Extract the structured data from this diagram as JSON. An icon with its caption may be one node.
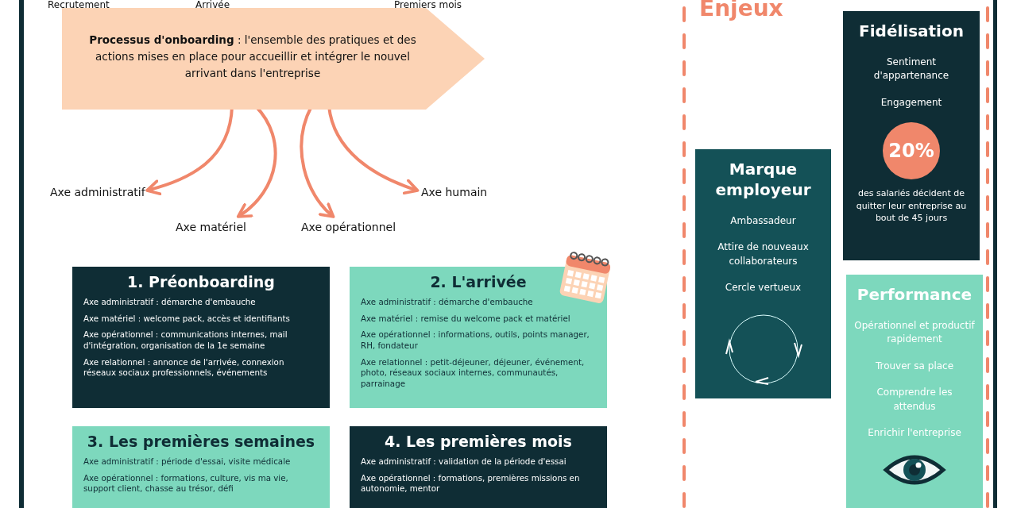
{
  "diagram": {
    "nodes": [
      {
        "text": [
          "**Processus d'onboarding** : l'ensemble des pratiques et des actions mises en place pour accueillir et intégrer le nouvel arrivant dans l'entreprise"
        ]
      },
      {
        "text": [
          "Axe administratif"
        ]
      },
      {
        "text": [
          "Axe matériel"
        ]
      },
      {
        "text": [
          "Axe opérationnel"
        ]
      },
      {
        "text": [
          "Axe humain"
        ]
      },
      {
        "text": [
          "1. Préonboarding",
          "Axe administratif : démarche d'embauche",
          "Axe matériel : welcome pack, accès et identifiants",
          "Axe opérationnel : communications internes, mail d'intégration, organisation de la 1e semaine",
          "Axe relationnel : annonce de l'arrivée, connexion réseaux sociaux professionnels, événements"
        ]
      },
      {
        "text": [
          "2. L'arrivée",
          "Axe administratif : démarche d'embauche",
          "Axe matériel : remise du welcome pack et matériel",
          "Axe opérationnel : informations, outils, points manager, RH, fondateur",
          "Axe relationnel : petit-déjeuner, déjeuner, événement, photo, réseaux sociaux internes, communautés, parrainage"
        ]
      },
      {
        "text": [
          "3. Les premières semaines",
          "Axe administratif : période d'essai, visite médicale",
          "Axe opérationnel : formations, culture, vis ma vie, support client, chasse au trésor, défi"
        ]
      },
      {
        "text": [
          "4. Les premières mois",
          "Axe administratif : validation de la période d'essai",
          "Axe opérationnel : formations, premières missions en autonomie, mentor"
        ]
      },
      {
        "text": [
          "Fidélisation",
          "Sentiment d'appartenance",
          "Engagement"
        ]
      },
      {
        "text": [
          "20%"
        ],
        "in": 9,
        "beside": [
          "des salariés décident de quitter leur entreprise au bout de 45 jours"
        ]
      },
      {
        "text": [
          "Marque employeur",
          "Ambassadeur",
          "Attire de nouveaux collaborateurs",
          "Cercle vertueux"
        ]
      },
      {
        "text": [
          "Performance",
          "Opérationnel et productif rapidement",
          "Trouver sa place",
          "Comprendre les attendus",
          "Enrichir l'entreprise"
        ]
      }
    ],
    "edges": [
      {
        "from": 0,
        "to": 1,
        "arrow": "to"
      },
      {
        "from": 0,
        "to": 2,
        "arrow": "to"
      },
      {
        "from": 0,
        "to": 3,
        "arrow": "to"
      },
      {
        "from": 0,
        "to": 4,
        "arrow": "to"
      }
    ],
    "labels": [
      "Recrutement",
      "Arrivée",
      "Premiers mois",
      "Enjeux"
    ]
  }
}
